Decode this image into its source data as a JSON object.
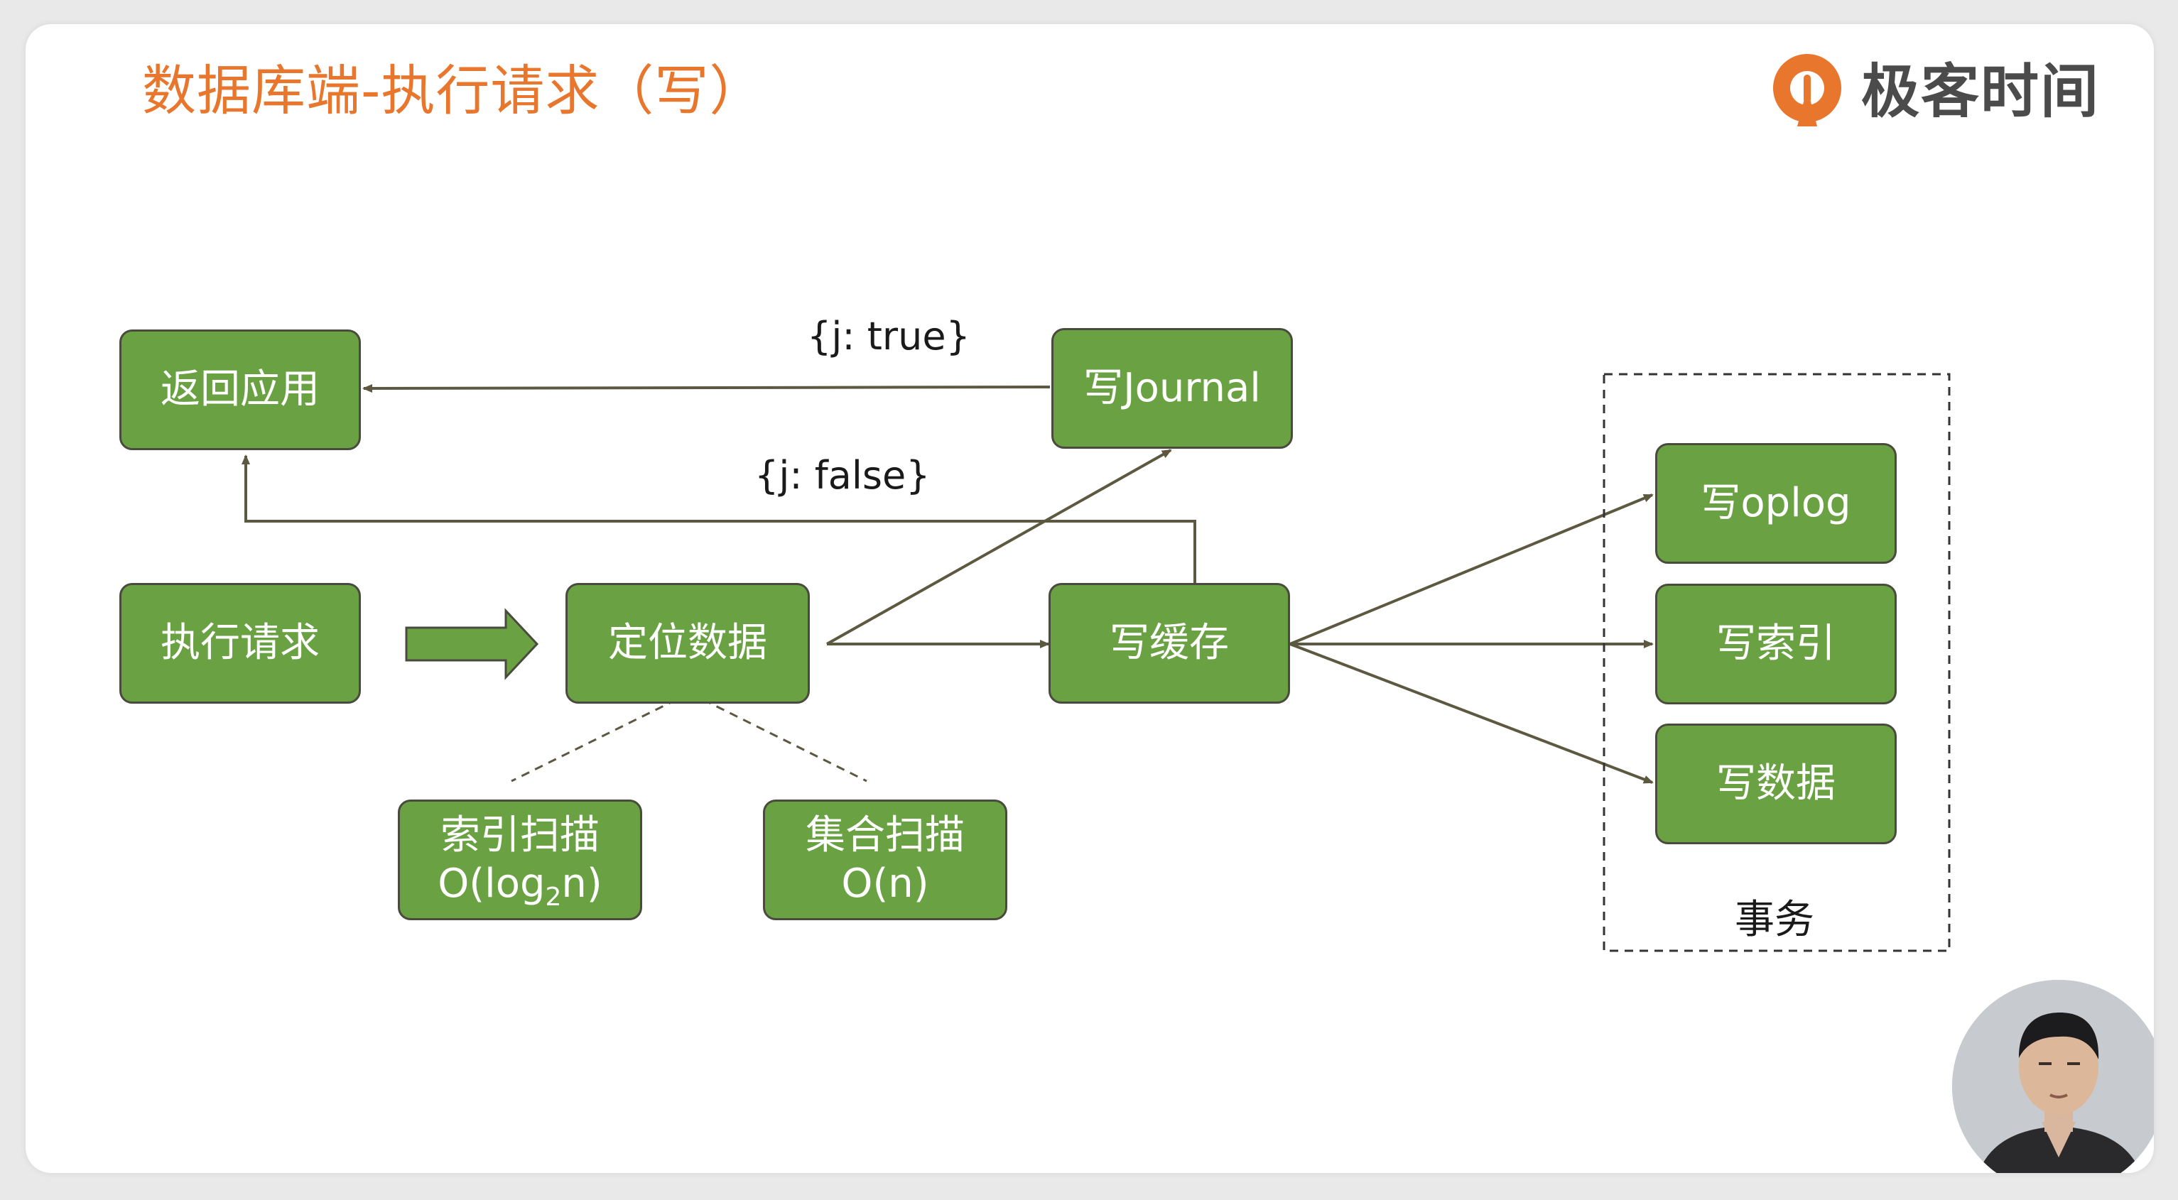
{
  "slide": {
    "title": "数据库端-执行请求（写）"
  },
  "brand": {
    "name": "极客时间",
    "color": "#e8762d"
  },
  "colors": {
    "node_fill": "#69a143",
    "node_border": "#4a4a3f",
    "edge": "#5d5840",
    "title": "#e8762d"
  },
  "nodes": {
    "return_app": "返回应用",
    "exec_request": "执行请求",
    "locate_data": "定位数据",
    "write_journal": "写Journal",
    "write_cache": "写缓存",
    "write_oplog": "写oplog",
    "write_index": "写索引",
    "write_data": "写数据",
    "index_scan": {
      "line1": "索引扫描",
      "line2_prefix": "O(log",
      "line2_sub": "2",
      "line2_suffix": "n)"
    },
    "collection_scan": {
      "line1": "集合扫描",
      "line2": "O(n)"
    }
  },
  "edge_labels": {
    "j_true": "{j: true}",
    "j_false": "{j: false}"
  },
  "group": {
    "transaction_label": "事务"
  },
  "icons": {
    "logo": "geektime-logo-icon",
    "presenter": "presenter-avatar"
  }
}
